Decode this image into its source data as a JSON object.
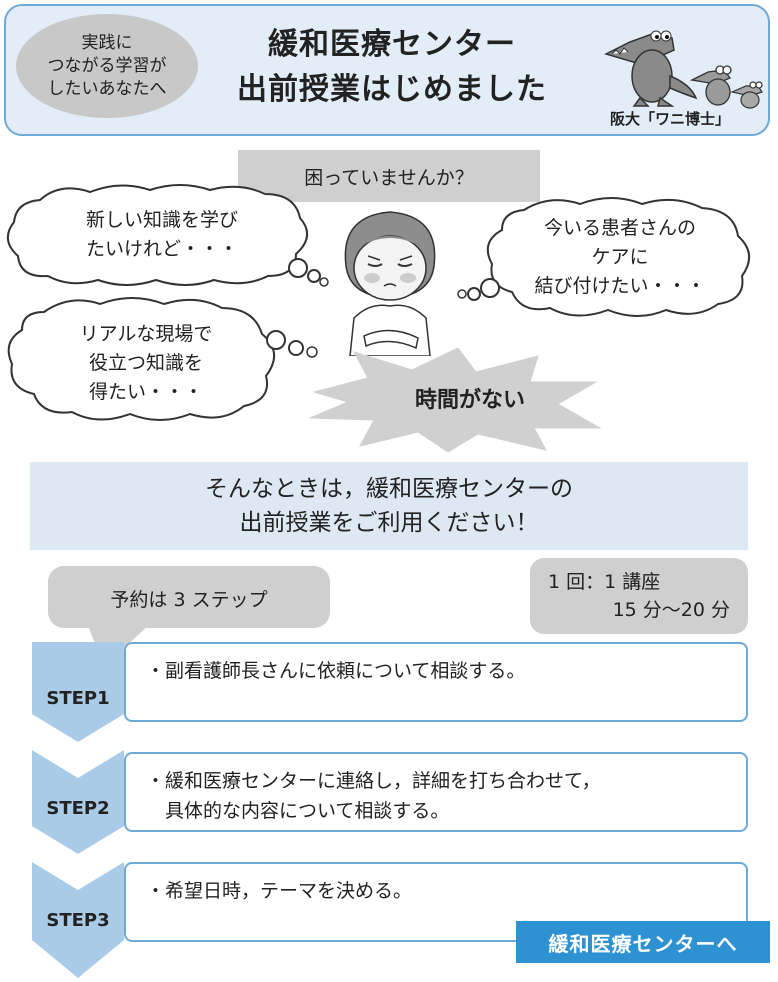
{
  "header": {
    "oval_lines": [
      "実践に",
      "つながる学習が",
      "したいあなたへ"
    ],
    "title_lines": [
      "緩和医療センター",
      "出前授業はじめました"
    ],
    "mascot_caption": "阪大「ワニ博士」"
  },
  "problems": {
    "heading": "困っていませんか？",
    "bubbles": [
      {
        "lines": [
          "新しい知識を学び",
          "たいけれど・・・"
        ]
      },
      {
        "lines": [
          "今いる患者さんの",
          "ケアに",
          "結び付けたい・・・"
        ]
      },
      {
        "lines": [
          "リアルな現場で",
          "役立つ知識を",
          "得たい・・・"
        ]
      }
    ],
    "burst": "時間がない"
  },
  "banner": {
    "lines": [
      "そんなときは，緩和医療センターの",
      "出前授業をご利用ください！"
    ]
  },
  "steps_intro": {
    "reserve": "予約は 3 ステップ",
    "duration_lines": [
      "1 回：1 講座",
      "15 分〜20 分"
    ]
  },
  "steps": [
    {
      "label": "STEP1",
      "lines": [
        "・副看護師長さんに依頼について相談する。"
      ]
    },
    {
      "label": "STEP2",
      "lines": [
        "・緩和医療センターに連絡し，詳細を打ち合わせて，",
        "　具体的な内容について相談する。"
      ]
    },
    {
      "label": "STEP3",
      "lines": [
        "・希望日時，テーマを決める。"
      ]
    }
  ],
  "cta": "緩和医療センターへ",
  "colors": {
    "accent_blue": "#2e92d2",
    "border_blue": "#6fa9d6",
    "chevron_blue": "#a9cbe8",
    "gray": "#cfcfcf"
  }
}
